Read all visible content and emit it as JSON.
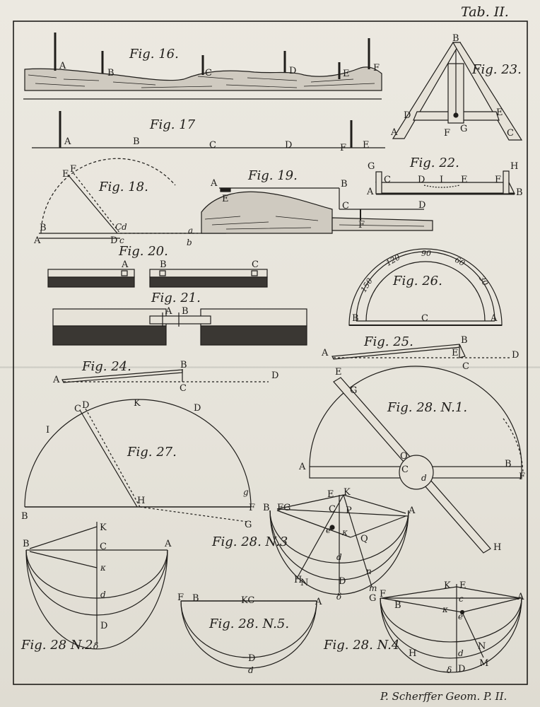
{
  "plate": {
    "title": "Tab. II.",
    "credit": "P. Scherffer Geom. P. II."
  },
  "figures": {
    "fig16": {
      "caption": "Fig. 16.",
      "labels": [
        "A",
        "B",
        "C",
        "D",
        "E",
        "F"
      ]
    },
    "fig17": {
      "caption": "Fig. 17",
      "labels": [
        "A",
        "B",
        "C",
        "D",
        "F",
        "E"
      ]
    },
    "fig18": {
      "caption": "Fig. 18.",
      "labels": [
        "E",
        "F",
        "B",
        "A",
        "C",
        "d",
        "D",
        "c",
        "a",
        "b"
      ]
    },
    "fig19": {
      "caption": "Fig. 19.",
      "labels": [
        "A",
        "E",
        "B",
        "C",
        "D",
        "F"
      ]
    },
    "fig20": {
      "caption": "Fig. 20.",
      "labels": [
        "A",
        "B",
        "C"
      ]
    },
    "fig21": {
      "caption": "Fig. 21.",
      "labels": [
        "A",
        "B"
      ]
    },
    "fig22": {
      "caption": "Fig. 22.",
      "labels": [
        "G",
        "A",
        "C",
        "D",
        "I",
        "E",
        "F",
        "H",
        "B"
      ]
    },
    "fig23": {
      "caption": "Fig. 23.",
      "labels": [
        "B",
        "D",
        "E",
        "A",
        "F",
        "G",
        "C"
      ]
    },
    "fig24": {
      "caption": "Fig. 24.",
      "labels": [
        "A",
        "B",
        "C",
        "D"
      ]
    },
    "fig25": {
      "caption": "Fig. 25.",
      "labels": [
        "A",
        "B",
        "E",
        "C",
        "D"
      ]
    },
    "fig26": {
      "caption": "Fig. 26.",
      "labels": [
        "B",
        "C",
        "A"
      ],
      "scale": [
        "150",
        "120",
        "90",
        "60",
        "30"
      ]
    },
    "fig27": {
      "caption": "Fig. 27.",
      "labels": [
        "C",
        "D",
        "K",
        "D",
        "I",
        "H",
        "g",
        "B",
        "F",
        "G"
      ]
    },
    "fig28n1": {
      "caption": "Fig. 28. N.1.",
      "labels": [
        "E",
        "G",
        "A",
        "B",
        "F",
        "O",
        "C",
        "d",
        "H"
      ]
    },
    "fig28n2": {
      "caption": "Fig. 28 N.2",
      "labels": [
        "K",
        "B",
        "C",
        "A",
        "κ",
        "d",
        "D",
        "δ"
      ]
    },
    "fig28n3": {
      "caption": "Fig. 28. N.3",
      "labels": [
        "E",
        "K",
        "B",
        "FG",
        "C",
        "P",
        "A",
        "e",
        "κ",
        "Q",
        "d",
        "n",
        "H",
        "N",
        "D",
        "m",
        "δ",
        "G"
      ]
    },
    "fig28n4": {
      "caption": "Fig. 28. N.4",
      "labels": [
        "K",
        "E",
        "F",
        "c",
        "A",
        "B",
        "κ",
        "e",
        "H",
        "N",
        "d",
        "M",
        "D",
        "δ"
      ]
    },
    "fig28n5": {
      "caption": "Fig. 28. N.5.",
      "labels": [
        "F",
        "B",
        "KC",
        "A",
        "D",
        "d"
      ]
    }
  }
}
